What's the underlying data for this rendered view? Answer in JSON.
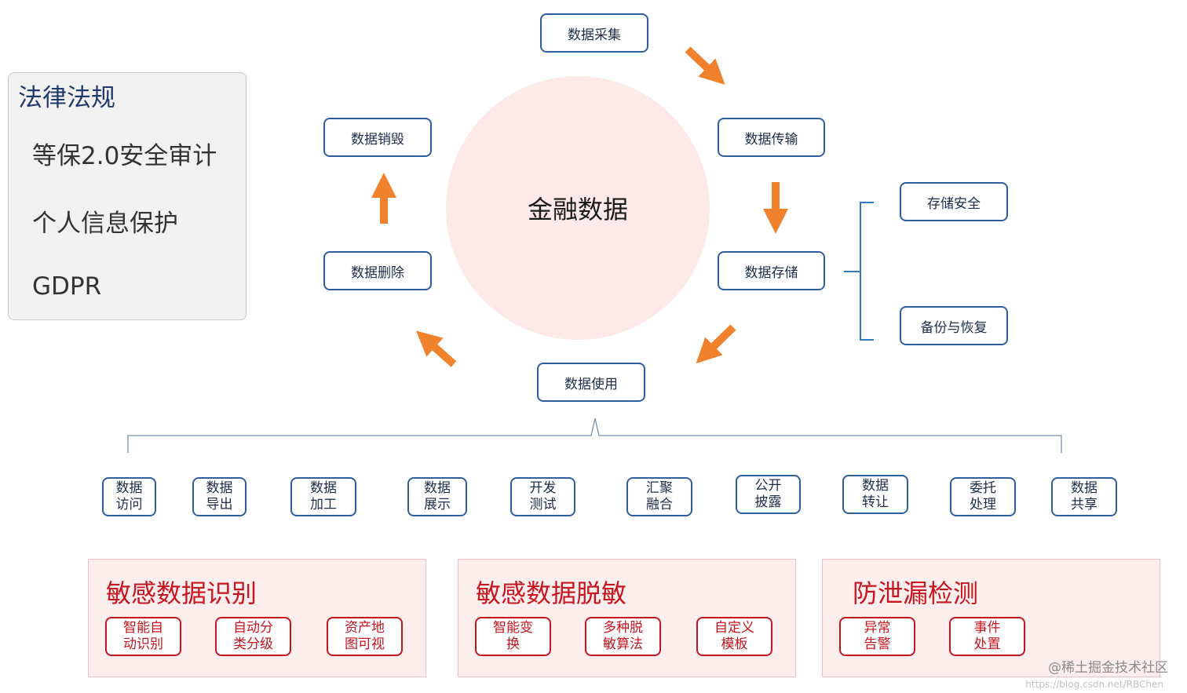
{
  "law": {
    "title": "法律法规",
    "items": [
      "等保2.0安全审计",
      "个人信息保护",
      "GDPR"
    ]
  },
  "center": "金融数据",
  "lifecycle": {
    "collect": "数据采集",
    "transfer": "数据传输",
    "store": "数据存储",
    "use": "数据使用",
    "delete": "数据删除",
    "destroy": "数据销毁"
  },
  "storage": {
    "security": "存储安全",
    "backup": "备份与恢复"
  },
  "uses": [
    "数据\n访问",
    "数据\n导出",
    "数据\n加工",
    "数据\n展示",
    "开发\n测试",
    "汇聚\n融合",
    "公开\n披露",
    "数据\n转让",
    "委托\n处理",
    "数据\n共享"
  ],
  "panels": [
    {
      "title": "敏感数据识别",
      "items": [
        "智能自\n动识别",
        "自动分\n类分级",
        "资产地\n图可视"
      ]
    },
    {
      "title": "敏感数据脱敏",
      "items": [
        "智能变\n换",
        "多种脱\n敏算法",
        "自定义\n模板"
      ]
    },
    {
      "title": "防泄漏检测",
      "items": [
        "异常\n告警",
        "事件\n处置"
      ]
    }
  ],
  "watermark": "@稀土掘金技术社区",
  "watermark_url": "https://blog.csdn.net/RBChen",
  "colors": {
    "arrow": "#f0822d",
    "node_border": "#2e5f9e",
    "bracket": "#2e7bbf",
    "risk": "#c8141e",
    "circle": "#fde9e7"
  }
}
